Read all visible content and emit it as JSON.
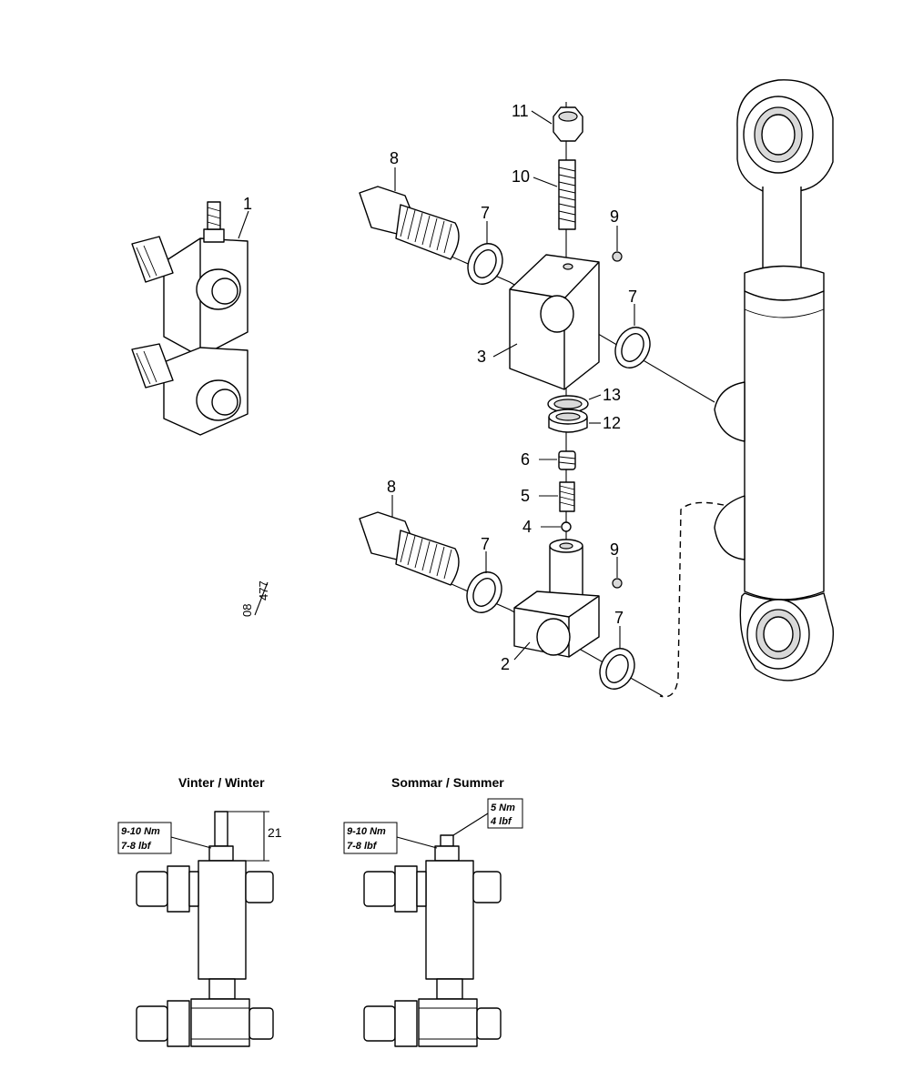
{
  "callouts": {
    "c1": "1",
    "c2": "2",
    "c3": "3",
    "c4": "4",
    "c5": "5",
    "c6": "6",
    "c7a": "7",
    "c7b": "7",
    "c7c": "7",
    "c7d": "7",
    "c8a": "8",
    "c8b": "8",
    "c9a": "9",
    "c9b": "9",
    "c10": "10",
    "c11": "11",
    "c12": "12",
    "c13": "13"
  },
  "drawing_ref": {
    "top": "08",
    "bottom": "477"
  },
  "winter": {
    "title": "Vinter / Winter",
    "torque_nm": "9-10 Nm",
    "torque_lbf": "7-8 lbf",
    "dimension": "21"
  },
  "summer": {
    "title": "Sommar / Summer",
    "torque_nm": "9-10 Nm",
    "torque_lbf": "7-8 lbf",
    "cap_torque_nm": "5 Nm",
    "cap_torque_lbf": "4 lbf"
  }
}
